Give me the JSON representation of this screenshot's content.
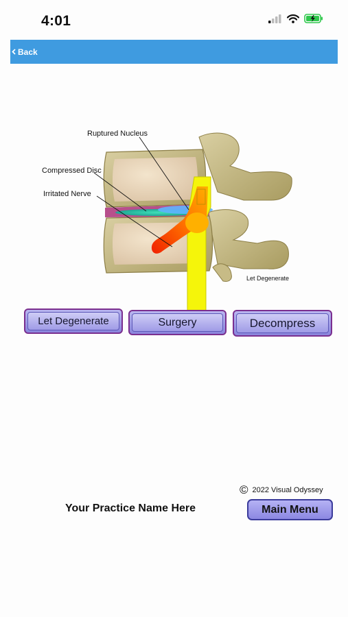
{
  "status_bar": {
    "time": "4:01"
  },
  "nav": {
    "back_label": "Back"
  },
  "illustration": {
    "labels": {
      "ruptured_nucleus": "Ruptured Nucleus",
      "compressed_disc": "Compressed Disc",
      "irritated_nerve": "Irritated Nerve",
      "caption": "Let Degenerate"
    }
  },
  "options": {
    "let_degenerate": "Let Degenerate",
    "surgery": "Surgery",
    "decompress": "Decompress"
  },
  "footer": {
    "copyright_symbol": "©",
    "copyright_text": "2022 Visual Odyssey",
    "practice_name": "Your Practice Name Here",
    "main_menu": "Main Menu"
  },
  "colors": {
    "nav_bar": "#3f9be0",
    "button_border": "#7b2f8f",
    "button_fill": "#a9a5ea",
    "nerve": "#ff9a00",
    "spinal_cord": "#f5f50a"
  }
}
